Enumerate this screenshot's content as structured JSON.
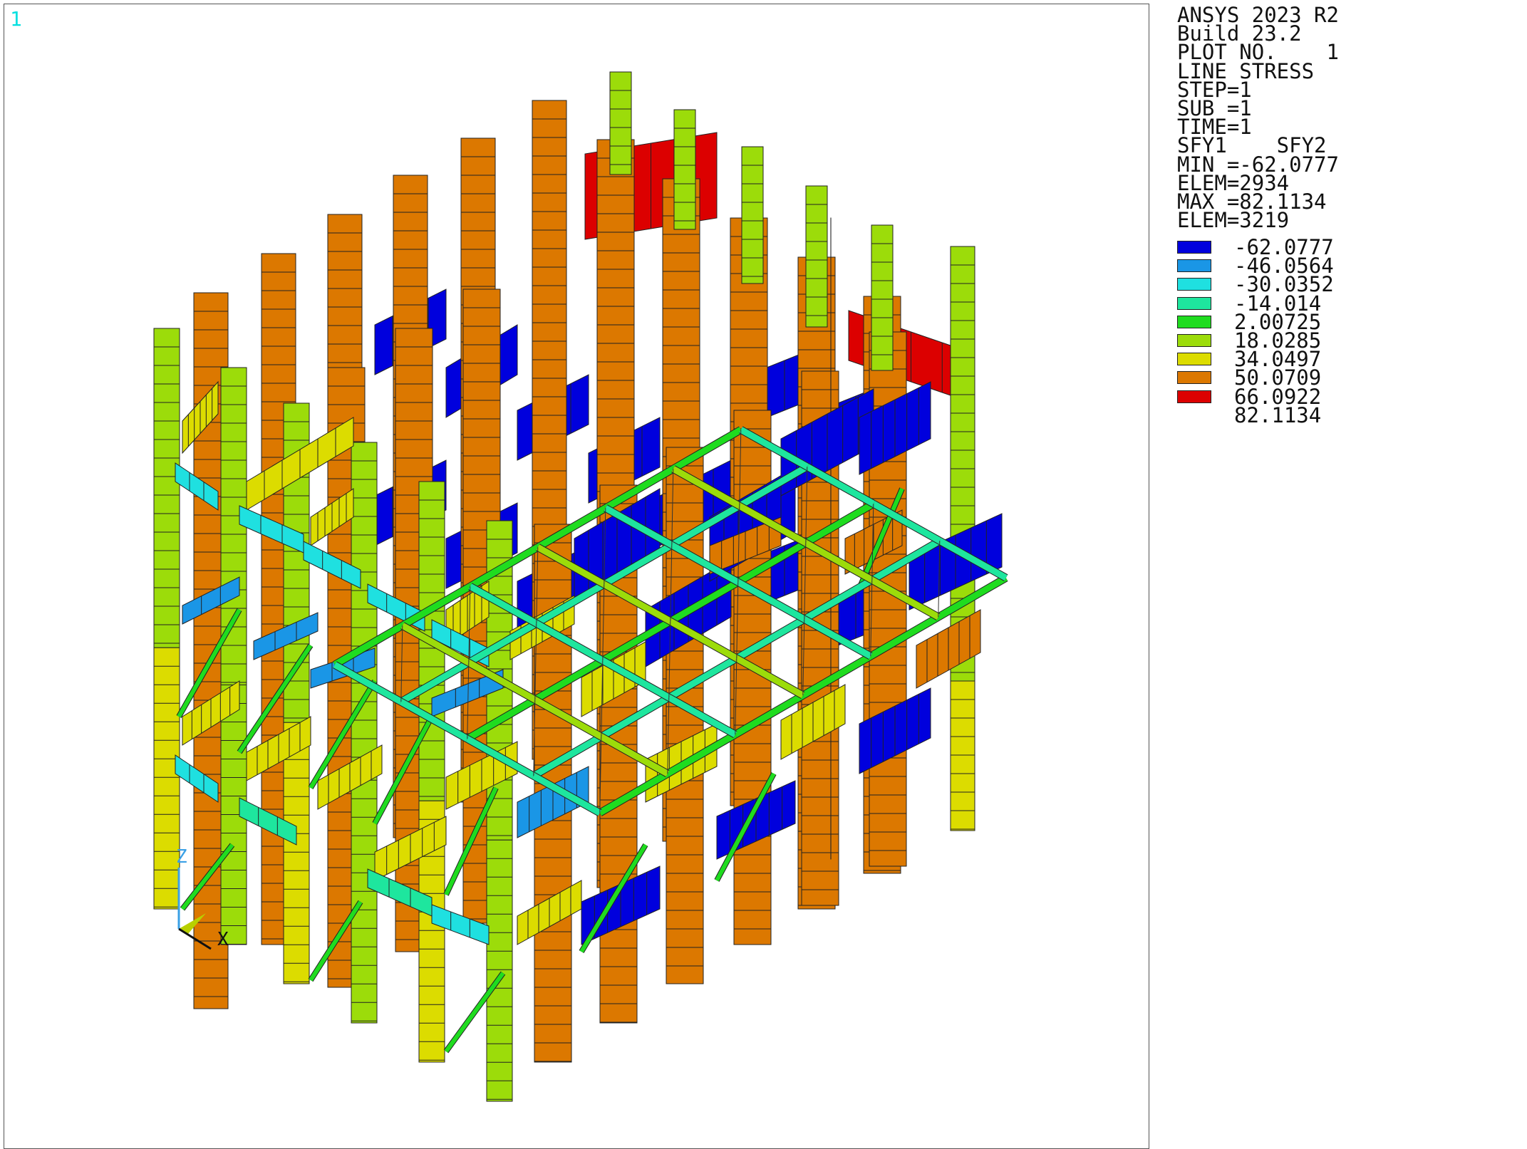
{
  "window": {
    "number": "1"
  },
  "info": {
    "lines": [
      "ANSYS 2023 R2",
      "Build 23.2",
      "PLOT NO.    1",
      "LINE STRESS",
      "STEP=1",
      "SUB =1",
      "TIME=1",
      "SFY1    SFY2",
      "MIN =-62.0777",
      "ELEM=2934",
      "MAX =82.1134",
      "ELEM=3219"
    ]
  },
  "legend": {
    "items": [
      {
        "value": "-62.0777",
        "color": "#0000dd"
      },
      {
        "value": "-46.0564",
        "color": "#1a96e6"
      },
      {
        "value": "-30.0352",
        "color": "#1fe0e0"
      },
      {
        "value": "-14.014",
        "color": "#1ee69e"
      },
      {
        "value": "2.00725",
        "color": "#1fdc1f"
      },
      {
        "value": "18.0285",
        "color": "#9cdc0a"
      },
      {
        "value": "34.0497",
        "color": "#dcdc00"
      },
      {
        "value": "50.0709",
        "color": "#dc7800"
      },
      {
        "value": "66.0922",
        "color": "#dc0000"
      },
      {
        "value": "82.1134",
        "color": ""
      }
    ]
  },
  "triad": {
    "z_label": "Z",
    "x_label": "X",
    "z_color": "#3aa0e6",
    "x_color": "#111111"
  },
  "colors": {
    "blue": "#0000dd",
    "lightblue": "#1a96e6",
    "cyan": "#1fe0e0",
    "seafoam": "#1ee69e",
    "green": "#1fdc1f",
    "lime": "#9cdc0a",
    "yellow": "#dcdc00",
    "orange": "#dc7800",
    "red": "#dc0000"
  }
}
